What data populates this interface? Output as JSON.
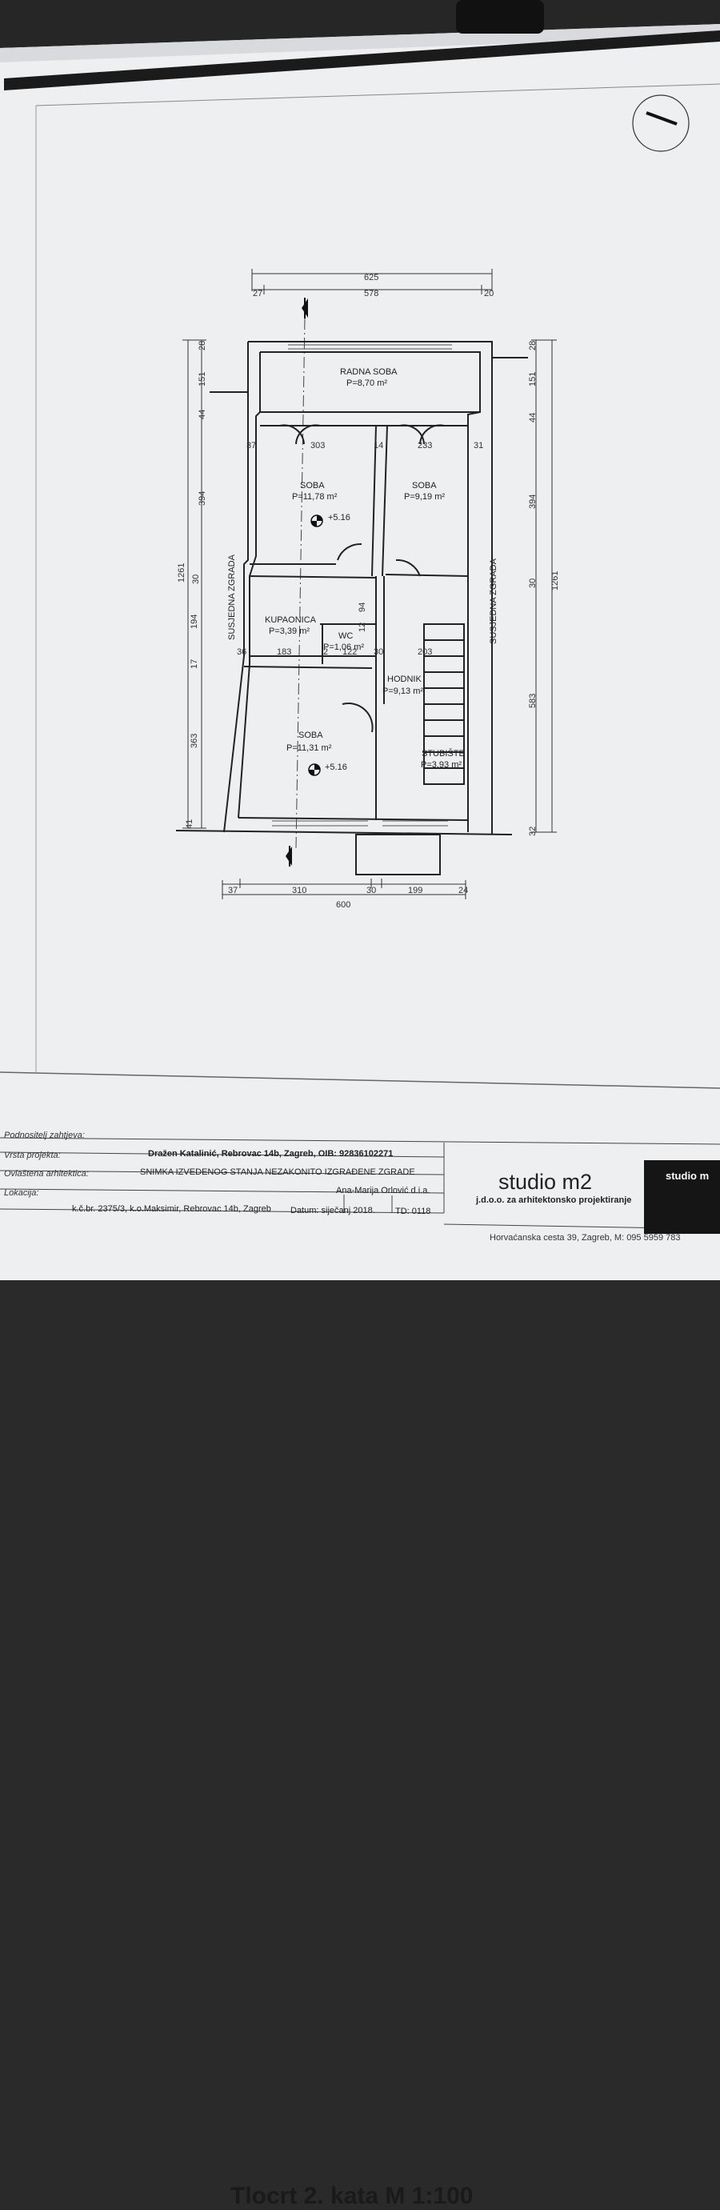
{
  "drawing": {
    "dims": {
      "top_total": "625",
      "top_left": "27",
      "top_mid": "578",
      "top_right": "20",
      "bottom_left": "37",
      "bottom_a": "310",
      "bottom_b": "30",
      "bottom_c": "199",
      "bottom_right": "24",
      "bottom_total": "600",
      "left_total": "1261",
      "left_a": "28",
      "left_b": "151",
      "left_c": "44",
      "left_d": "394",
      "left_e": "30",
      "left_f": "194",
      "left_g": "17",
      "left_h": "363",
      "left_i": "41",
      "right_total": "1261",
      "right_a": "28",
      "right_b": "151",
      "right_c": "44",
      "right_d": "394",
      "right_e": "30",
      "right_f": "583",
      "right_g": "32",
      "inner_37": "37",
      "inner_303": "303",
      "inner_14": "14",
      "inner_233": "233",
      "inner_31": "31",
      "inner_36": "36",
      "inner_183": "183",
      "inner_2": "2",
      "inner_122": "122",
      "inner_30": "30",
      "inner_203": "203",
      "inner_94": "94",
      "inner_12": "12"
    },
    "rooms": [
      {
        "name": "RADNA SOBA",
        "area": "P=8,70 m²"
      },
      {
        "name": "SOBA",
        "area": "P=11,78 m²"
      },
      {
        "name": "SOBA",
        "area": "P=9,19 m²"
      },
      {
        "name": "KUPAONICA",
        "area": "P=3,39 m²"
      },
      {
        "name": "WC",
        "area": "P=1,06 m²"
      },
      {
        "name": "HODNIK",
        "area": "P=9,13 m²"
      },
      {
        "name": "SOBA",
        "area": "P=11,31 m²"
      },
      {
        "name": "STUBIŠTE",
        "area": "P=3,93 m²"
      }
    ],
    "levels": [
      "+5.16",
      "+5.16"
    ],
    "neighbour_label": "SUSJEDNA ZGRADA"
  },
  "title_block": {
    "plan_title": "Tlocrt 2. kata  M 1:100",
    "rows": [
      {
        "label": "Podnositelj zahtjeva:",
        "value": "Dražen Katalinić, Rebrovac 14b, Zagreb, OIB: 92836102271"
      },
      {
        "label": "Vrsta projekta:",
        "value": "SNIMKA IZVEDENOG STANJA NEZAKONITO IZGRAĐENE ZGRADE"
      },
      {
        "label": "Ovlaštena arhitektica:",
        "value": "Ana-Marija Orlović d.i.a."
      },
      {
        "label": "Lokacija:",
        "value": "k.č.br. 2375/3, k.o.Maksimir, Rebrovac 14b, Zagreb"
      }
    ],
    "date": "Datum: siječanj 2018.",
    "td": "TD: 0118",
    "studio_name": "studio m2",
    "studio_tagline": "j.d.o.o. za arhitektonsko projektiranje",
    "studio_address": "Horvaćanska cesta 39, Zagreb, M: 095 5959 783",
    "logo_text": "studio m"
  }
}
